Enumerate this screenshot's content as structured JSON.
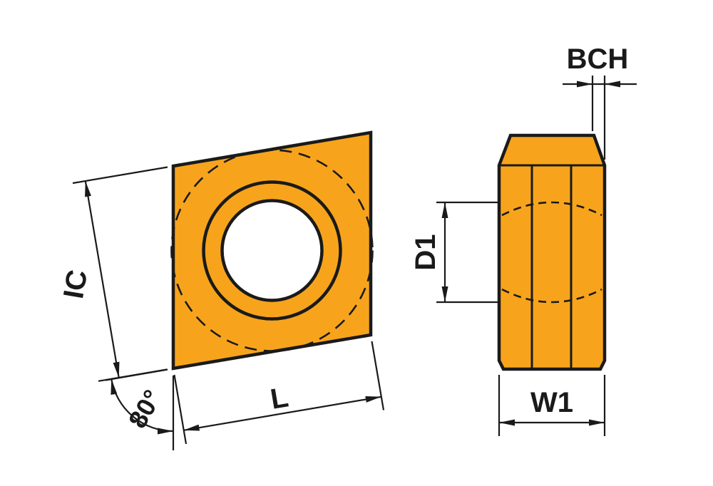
{
  "diagram": {
    "labels": {
      "ic": "IC",
      "angle": "80°",
      "length": "L",
      "bch": "BCH",
      "d1": "D1",
      "w1": "W1"
    },
    "colors": {
      "insert_fill": "#F7A41C",
      "line": "#1a1a1a",
      "background": "#ffffff"
    }
  }
}
